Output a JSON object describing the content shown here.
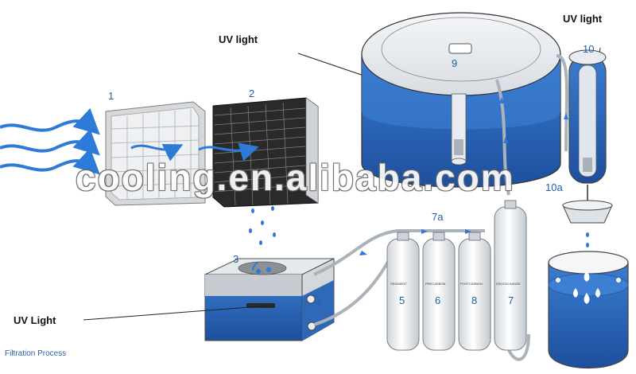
{
  "labels": {
    "uv_light_top": "UV light",
    "uv_light_right": "UV light",
    "uv_light_bottom": "UV Light",
    "caption": "Filtration Process",
    "watermark": "cooling.en.alibaba.com"
  },
  "numbers": {
    "n1": "1",
    "n2": "2",
    "n3": "3",
    "n4": "4",
    "n5": "5",
    "n6": "6",
    "n7": "7",
    "n7a": "7a",
    "n8": "8",
    "n9": "9",
    "n10": "10",
    "n10a": "10a"
  },
  "cartridges": {
    "c5": "SEDIMENT",
    "c6": "PRECARBON",
    "c8": "POSTCARBON",
    "c7": "ION EXCHANGE"
  },
  "colors": {
    "water_blue": "#2e6fc4",
    "water_dark": "#1f4f9a",
    "arrow_blue": "#2c7bd6",
    "label_blue": "#1f5fa8"
  }
}
